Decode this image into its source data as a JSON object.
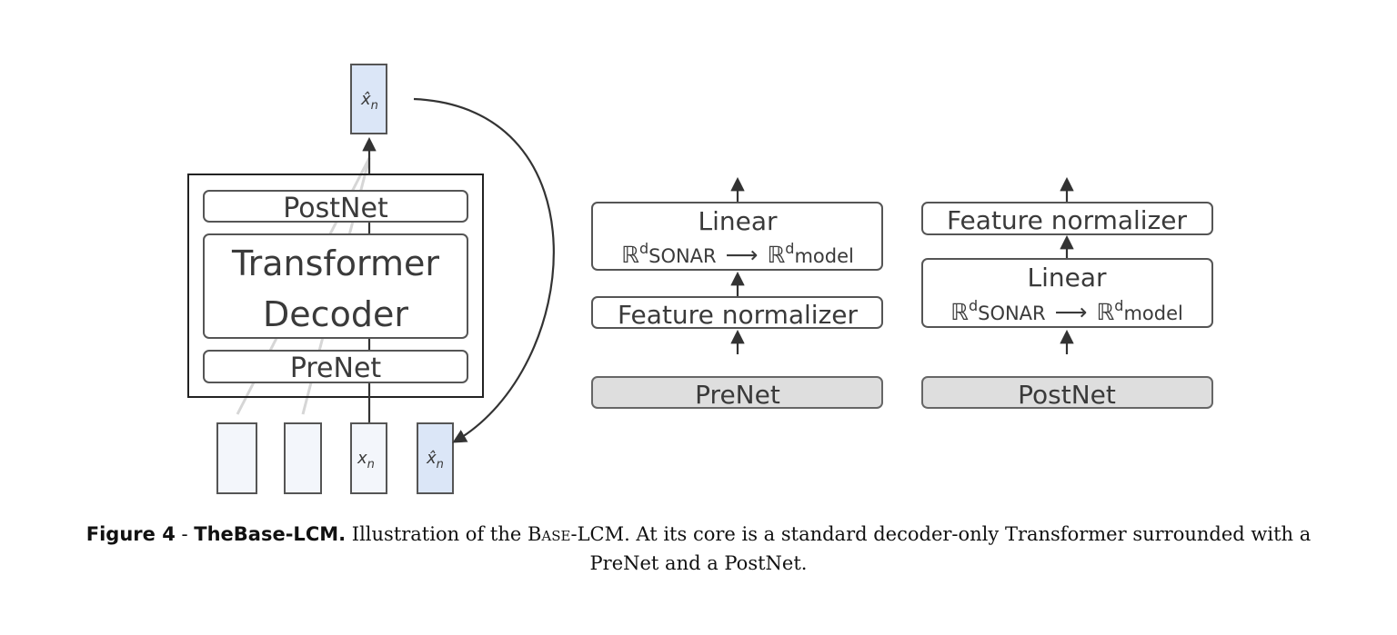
{
  "diagram": {
    "left": {
      "output_token": "x̂",
      "output_sub": "n",
      "postnet": "PostNet",
      "transformer_line1": "Transformer",
      "transformer_line2": "Decoder",
      "prenet": "PreNet",
      "input_token": "x",
      "input_sub": "n",
      "fed_back_token": "x̂",
      "fed_back_sub": "n"
    },
    "prenet_detail": {
      "linear_title": "Linear",
      "linear_from": "ℝ",
      "linear_from_sup": "d",
      "linear_from_sub": "SONAR",
      "linear_arrow": "⟶",
      "linear_to": "ℝ",
      "linear_to_sup": "d",
      "linear_to_sub": "model",
      "normalizer": "Feature normalizer",
      "label": "PreNet"
    },
    "postnet_detail": {
      "normalizer": "Feature normalizer",
      "linear_title": "Linear",
      "linear_from": "ℝ",
      "linear_from_sup": "d",
      "linear_from_sub": "SONAR",
      "linear_arrow": "⟶",
      "linear_to": "ℝ",
      "linear_to_sup": "d",
      "linear_to_sub": "model",
      "label": "PostNet"
    },
    "colors": {
      "input_fill": "#f3f6fb",
      "highlight_fill": "#dbe6f7",
      "module_fill": "#dedede"
    }
  },
  "caption": {
    "label": "Figure 4",
    "separator": " - ",
    "title": "TheBase-LCM.",
    "text_before": " Illustration of the ",
    "smallcaps": "Base",
    "text_after": "-LCM. At its core is a standard decoder-only Transformer surrounded with a PreNet and a PostNet."
  }
}
